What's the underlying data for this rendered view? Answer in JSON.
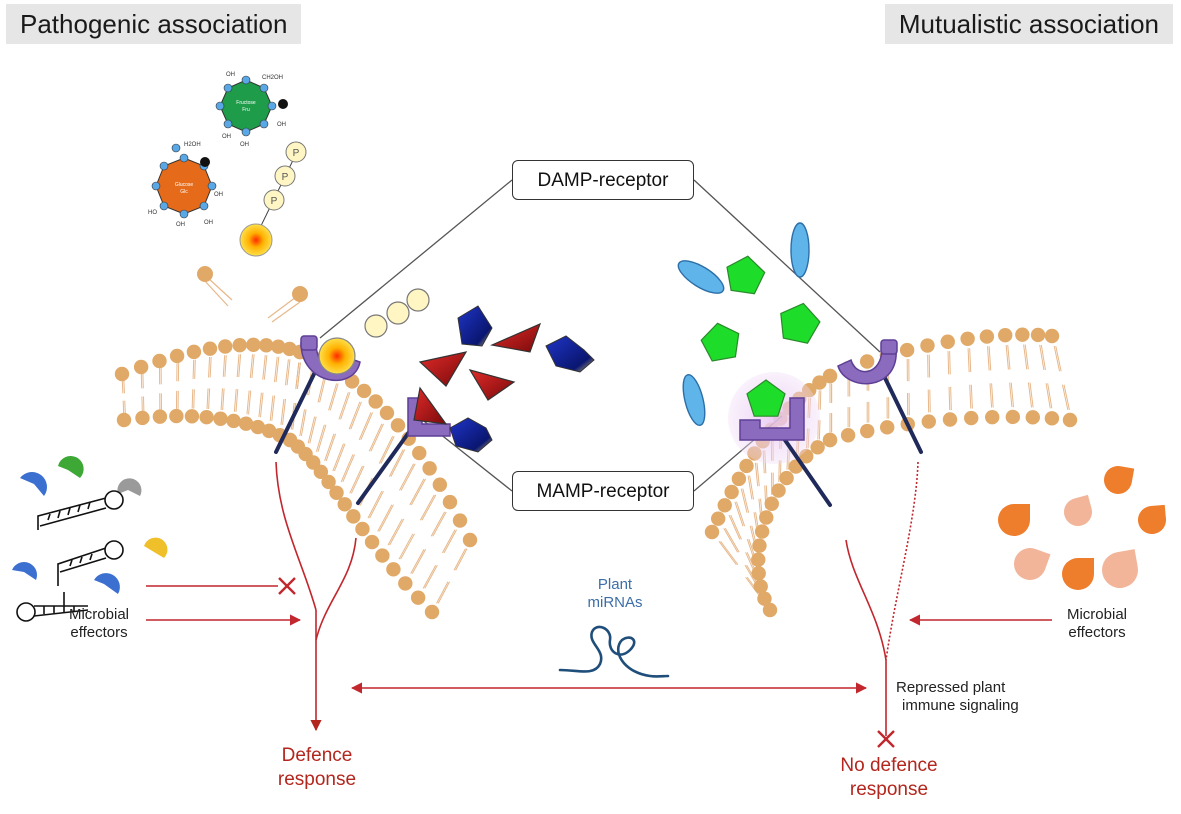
{
  "headers": {
    "left": "Pathogenic association",
    "right": "Mutualistic association"
  },
  "receptors": {
    "damp": "DAMP-receptor",
    "mamp": "MAMP-receptor"
  },
  "labels": {
    "effectors_left": [
      "Microbial",
      "effectors"
    ],
    "effectors_right": [
      "Microbial",
      "effectors"
    ],
    "mirna": [
      "Plant",
      "miRNAs"
    ],
    "repressed": [
      "Repressed plant",
      "immune signaling"
    ],
    "defence": [
      "Defence",
      "response"
    ],
    "no_defence": [
      "No defence",
      "response"
    ]
  },
  "molecules": {
    "glucose": [
      "Glucose",
      "Glc"
    ],
    "fructose": [
      "Fructose",
      "Fru"
    ],
    "chem_labels": [
      "H2OH",
      "OH",
      "OH",
      "HO",
      "OH",
      "CH2OH",
      "OH",
      "OH",
      "OH",
      "OH"
    ],
    "phosphate": [
      "P",
      "P",
      "P"
    ]
  },
  "colors": {
    "membrane_head": "#e0a968",
    "membrane_tail": "#e7b88a",
    "receptor": "#8a6bbd",
    "receptor_stalk": "#1f2a5a",
    "signal_red": "#c1272d",
    "mamp_red": "#c0141a",
    "mamp_blue": "#0d1e9a",
    "damp_green": "#1ddc2a",
    "spore_blue": "#5fb4ea",
    "effector_orange": "#ee7d2c",
    "effector_peach": "#f2b59a",
    "mirna_line": "#1f4e7a",
    "glucose": "#e56b1b",
    "fructose": "#1e9c4a",
    "atp_yellow": "#f4e97c"
  }
}
